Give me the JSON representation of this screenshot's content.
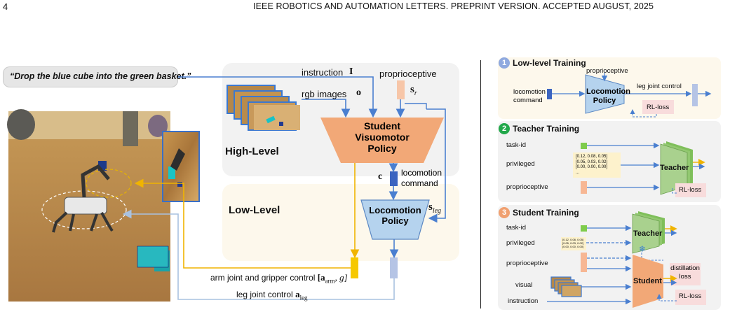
{
  "header": {
    "page_number": "4",
    "journal": "IEEE ROBOTICS AND AUTOMATION LETTERS. PREPRINT VERSION. ACCEPTED AUGUST, 2025"
  },
  "left": {
    "command_text": "“Drop the blue cube into the green basket.”",
    "instruction_label": "instruction",
    "instruction_symbol": "I",
    "proprioceptive_label": "proprioceptive",
    "s_r_symbol": "s",
    "s_r_sub": "r",
    "rgb_label": "rgb images",
    "rgb_symbol": "o",
    "student_policy": [
      "Student",
      "Visuomotor",
      "Policy"
    ],
    "high_level": "High-Level",
    "low_level": "Low-Level",
    "c_symbol": "c",
    "locomotion_command": [
      "locomotion",
      "command"
    ],
    "locomotion_policy": [
      "Locomotion",
      "Policy"
    ],
    "s_leg_symbol": "s",
    "s_leg_sub": "leg",
    "arm_control": "arm joint and gripper control",
    "arm_math": "[a",
    "arm_sub": "arm",
    "arm_tail": ", g]",
    "leg_control": "leg joint control",
    "leg_symbol": "a",
    "leg_sub": "leg"
  },
  "right": {
    "p1": {
      "num": "1",
      "title": "Low-level Training",
      "proprioceptive": "proprioceptive",
      "cmd": [
        "locomotion",
        "command"
      ],
      "policy": [
        "Locomotion",
        "Policy"
      ],
      "leg_ctrl": "leg joint control",
      "loss": "RL-loss"
    },
    "p2": {
      "num": "2",
      "title": "Teacher Training",
      "task": "task-id",
      "privileged": "privileged",
      "priv_values": [
        "[0.12, 0.08, 0.05]",
        "[0.05, 0.03, 0.02]",
        "[0.00, 0.00, 0.00]",
        "..."
      ],
      "proprioceptive": "proprioceptive",
      "teacher": "Teacher",
      "loss": "RL-loss"
    },
    "p3": {
      "num": "3",
      "title": "Student Training",
      "task": "task-id",
      "privileged": "privileged",
      "priv_values": [
        "[0.12, 0.08, 0.05]",
        "[0.05, 0.03, 0.02]",
        "[0.00, 0.00, 0.00]"
      ],
      "proprioceptive": "proprioceptive",
      "visual": "visual",
      "instruction": "instruction",
      "teacher": "Teacher",
      "student": "Student",
      "distill": [
        "distillation",
        "loss"
      ],
      "loss": "RL-loss"
    }
  },
  "colors": {
    "blue_line": "#4a7fd0",
    "orange_line": "#f0b400",
    "light_line": "#a9c2e0",
    "student_fill": "#f2a877",
    "policy_fill": "#b5d3ee",
    "teacher_fill": "#a9d18e",
    "loss_fill": "#f8dcdc",
    "badge1": "#8fa9df",
    "badge2": "#22a84a",
    "badge3": "#f0a070"
  }
}
